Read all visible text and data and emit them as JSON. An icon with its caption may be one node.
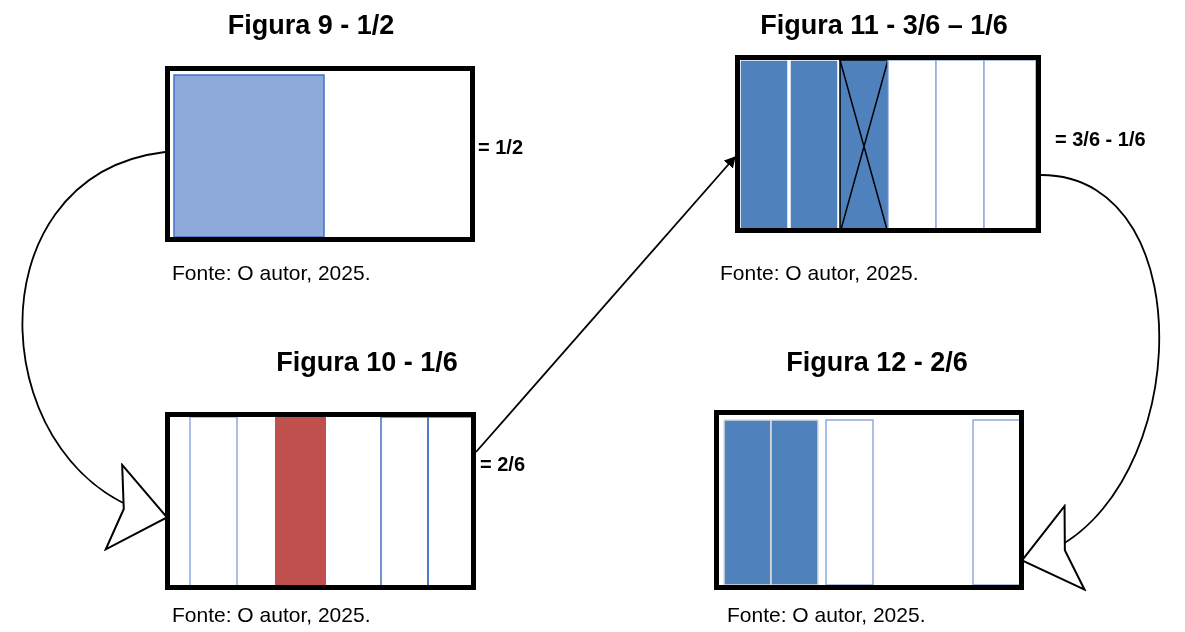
{
  "diagram": {
    "nodes": [
      {
        "text": [
          "Figura 9 - 1/2"
        ],
        "beside": [
          "= 1/2",
          "Fonte: O autor, 2025."
        ]
      },
      {
        "text": [
          "Figura 10 - 1/6"
        ],
        "beside": [
          "= 2/6",
          "Fonte: O autor, 2025."
        ]
      },
      {
        "text": [
          "Figura 11 - 3/6 – 1/6"
        ],
        "beside": [
          "= 3/6 - 1/6",
          "Fonte: O autor, 2025."
        ]
      },
      {
        "text": [
          "Figura 12 - 2/6"
        ],
        "beside": [
          "Fonte: O autor, 2025."
        ]
      }
    ],
    "edges": [
      {
        "from": 0,
        "to": 1,
        "arrow": "to"
      },
      {
        "from": 1,
        "to": 2,
        "arrow": "to"
      },
      {
        "from": 2,
        "to": 3,
        "arrow": "to"
      }
    ]
  }
}
